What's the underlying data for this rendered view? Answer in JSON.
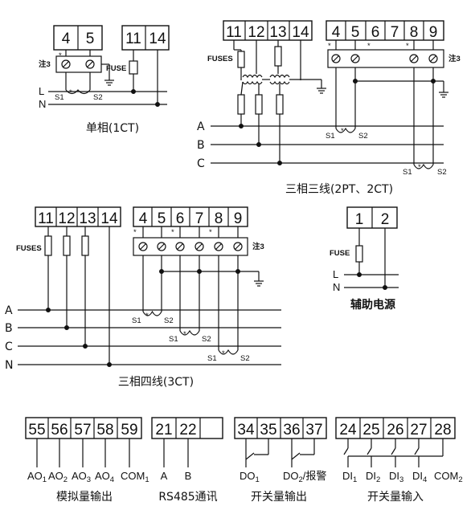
{
  "diagrams": {
    "single_phase": {
      "terminals": [
        "4",
        "5",
        "11",
        "14"
      ],
      "note": "注3",
      "fuse": "FUSE",
      "lines": [
        "L",
        "N"
      ],
      "s1": "S1",
      "s2": "S2",
      "caption": "单相(1CT)"
    },
    "three_phase_three_wire": {
      "terminals_left": [
        "11",
        "12",
        "13",
        "14"
      ],
      "terminals_right": [
        "4",
        "5",
        "6",
        "7",
        "8",
        "9"
      ],
      "fuses": "FUSES",
      "note": "注3",
      "lines": [
        "A",
        "B",
        "C"
      ],
      "s1": "S1",
      "s2": "S2",
      "caption": "三相三线(2PT、2CT)"
    },
    "three_phase_four_wire": {
      "terminals_left": [
        "11",
        "12",
        "13",
        "14"
      ],
      "terminals_right": [
        "4",
        "5",
        "6",
        "7",
        "8",
        "9"
      ],
      "fuses": "FUSES",
      "note": "注3",
      "lines": [
        "A",
        "B",
        "C",
        "N"
      ],
      "s1": "S1",
      "s2": "S2",
      "caption": "三相四线(3CT)"
    },
    "aux_power": {
      "terminals": [
        "1",
        "2"
      ],
      "fuse": "FUSE",
      "lines": [
        "L",
        "N"
      ],
      "caption": "辅助电源"
    }
  },
  "io_blocks": {
    "analog": {
      "terminals": [
        "55",
        "56",
        "57",
        "58",
        "59"
      ],
      "labels": [
        {
          "main": "AO",
          "sub": "1"
        },
        {
          "main": "AO",
          "sub": "2"
        },
        {
          "main": "AO",
          "sub": "3"
        },
        {
          "main": "AO",
          "sub": "4"
        },
        {
          "main": "COM",
          "sub": "1"
        }
      ],
      "caption": "模拟量输出"
    },
    "rs485": {
      "terminals": [
        "21",
        "22",
        ""
      ],
      "labels": [
        "A",
        "B"
      ],
      "caption": "RS485通讯"
    },
    "digital_out": {
      "terminals": [
        "34",
        "35",
        "36",
        "37"
      ],
      "labels": [
        {
          "main": "DO",
          "sub": "1",
          "suffix": ""
        },
        {
          "main": "DO",
          "sub": "2",
          "suffix": "/报警"
        }
      ],
      "caption": "开关量输出"
    },
    "digital_in": {
      "terminals": [
        "24",
        "25",
        "26",
        "27",
        "28"
      ],
      "labels": [
        {
          "main": "DI",
          "sub": "1"
        },
        {
          "main": "DI",
          "sub": "2"
        },
        {
          "main": "DI",
          "sub": "3"
        },
        {
          "main": "DI",
          "sub": "4"
        },
        {
          "main": "COM",
          "sub": "2"
        }
      ],
      "caption": "开关量输入"
    }
  },
  "star": "*"
}
